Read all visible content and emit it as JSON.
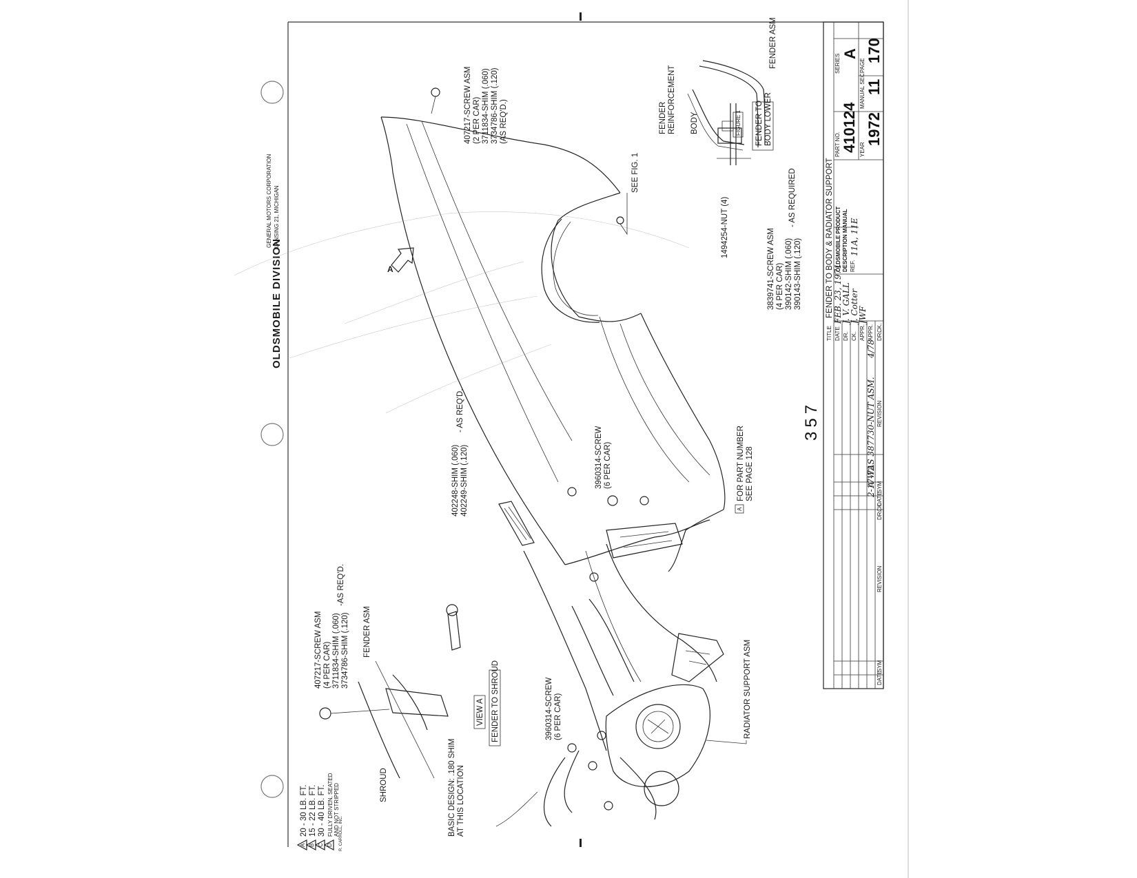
{
  "header": {
    "division": "OLDSMOBILE DIVISION",
    "corporation": "GENERAL MOTORS CORPORATION",
    "location": "LANSING 21, MICHIGAN"
  },
  "callouts": {
    "top_screw": [
      "407217-SCREW ASM",
      "(2 PER CAR)",
      "3711834-SHIM (.060)",
      "3734786-SHIM (.120)",
      "(AS REQ'D.)"
    ],
    "see_fig1": "SEE FIG. 1",
    "fender_asm_top": "FENDER ASM",
    "fender_reinforcement": [
      "FENDER",
      "REINFORCEMENT"
    ],
    "body": "BODY",
    "nut": "1494254-NUT (4)",
    "figure_tag": "FIGURE 1",
    "fender_to_body_lower": [
      "FENDER TO",
      "BODY LOWER"
    ],
    "mid_screw": [
      "3839741-SCREW ASM",
      "(4 PER CAR)",
      "390142-SHIM (.060)",
      "390143-SHIM (.120)"
    ],
    "as_required": "- AS REQUIRED",
    "shim_402": [
      "402248-SHIM (.060)",
      "402249-SHIM (.120)"
    ],
    "as_reqd_short": "- AS REQ'D.",
    "screw_396_upper": [
      "3960314-SCREW",
      "(6 PER CAR)"
    ],
    "screw_396_lower": [
      "3960314-SCREW",
      "(6 PER CAR)"
    ],
    "part_number_ref": [
      "FOR PART NUMBER",
      "SEE PAGE 128"
    ],
    "view_a_screw": [
      "407217-SCREW ASM",
      "(4 PER CAR)",
      "3711834-SHIM (.060)",
      "3734786-SHIM (.120)"
    ],
    "as_reqd_d": "-AS REQ'D.",
    "fender_asm_view": "FENDER ASM",
    "radiator_support": "RADIATOR SUPPORT ASM",
    "view_a": "VIEW A",
    "fender_to_shroud": "FENDER TO SHROUD",
    "basic_design": [
      "BASIC DESIGN: .180 SHIM",
      "AT THIS LOCATION"
    ],
    "shroud": "SHROUD",
    "page_number": "357",
    "arrow_letter": "A"
  },
  "torque_legend": [
    {
      "sym": "A",
      "text": "20 - 30 LB. FT."
    },
    {
      "sym": "B",
      "text": "15 - 22 LB. FT."
    },
    {
      "sym": "C",
      "text": "30 - 40 LB. FT."
    },
    {
      "sym": "D",
      "text": "FULLY DRIVEN, SEATED"
    },
    {
      "sym": "",
      "text": "AND NOT STRIPPED"
    }
  ],
  "title_block": {
    "title_label": "TITLE",
    "title": "FENDER TO BODY & RADIATOR SUPPORT",
    "date_label": "DATE",
    "date_value": "FEB. 23, 1971",
    "dr_label": "DR.",
    "dr_value": "J. V. GALL",
    "ck_label": "CK.",
    "ck_value": "J. Cotter",
    "appr_label": "APPR.",
    "appr_value": "JWF",
    "appr2_label": "APPR.",
    "product_line1": "OLDSMOBILE PRODUCT",
    "product_line2": "DESCRIPTION MANUAL",
    "ref_label": "REF.",
    "ref_value": "11A, 11E",
    "part_label": "PART NO.",
    "part_no": "410124",
    "series_label": "SERIES",
    "series": "A",
    "year_label": "YEAR",
    "year": "1972",
    "manual_sec_label": "MANUAL SEC.",
    "manual_sec": "11",
    "page_label": "PAGE",
    "page": "170"
  },
  "revision_block": {
    "rev_date": "2-17-72",
    "rev_sym": "A",
    "rev_text": "WAS 387730-NUT ASM.",
    "rev_initials": "4/78",
    "col_date": "DATE",
    "col_sym": "SYM",
    "col_revision": "REVISION",
    "col_dr": "DR.",
    "col_ck": "CK."
  },
  "footer": {
    "printer": "R. CARROLL, INC."
  }
}
